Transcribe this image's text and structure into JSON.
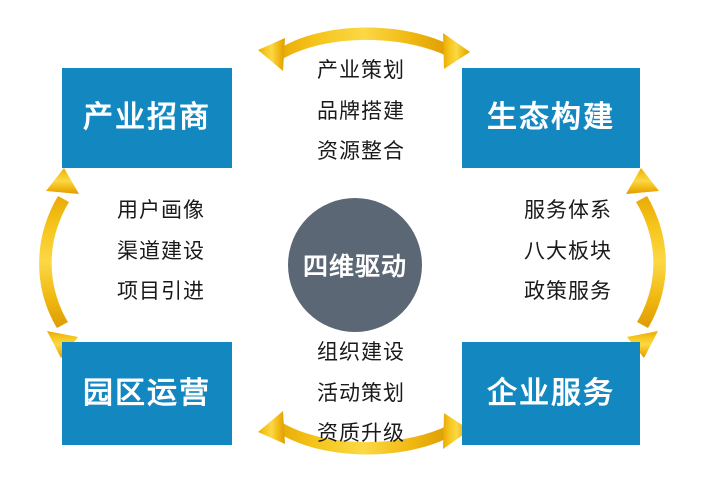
{
  "diagram": {
    "center": {
      "label": "四维驱动",
      "color": "#5b6775",
      "text_color": "#ffffff",
      "shape": "circle"
    },
    "node_color": "#1387c0",
    "node_text_color": "#ffffff",
    "arrow_color": "#f2b90c",
    "arrow_color_light": "#fbd43c",
    "arrow_color_dark": "#d69b06",
    "nodes": [
      {
        "id": "top-left",
        "label": "产业招商",
        "position": "top-left"
      },
      {
        "id": "top-right",
        "label": "生态构建",
        "position": "top-right"
      },
      {
        "id": "bottom-left",
        "label": "园区运营",
        "position": "bottom-left"
      },
      {
        "id": "bottom-right",
        "label": "企业服务",
        "position": "bottom-right"
      }
    ],
    "edge_labels": [
      {
        "id": "top",
        "position": "top",
        "between": [
          "产业招商",
          "生态构建"
        ],
        "arrow": "double-headed-curved",
        "lines": [
          "产业策划",
          "品牌搭建",
          "资源整合"
        ]
      },
      {
        "id": "right",
        "position": "right",
        "between": [
          "生态构建",
          "企业服务"
        ],
        "arrow": "double-headed-curved",
        "lines": [
          "服务体系",
          "八大板块",
          "政策服务"
        ]
      },
      {
        "id": "bottom",
        "position": "bottom",
        "between": [
          "企业服务",
          "园区运营"
        ],
        "arrow": "double-headed-curved",
        "lines": [
          "组织建设",
          "活动策划",
          "资质升级"
        ]
      },
      {
        "id": "left",
        "position": "left",
        "between": [
          "园区运营",
          "产业招商"
        ],
        "arrow": "double-headed-curved",
        "lines": [
          "用户画像",
          "渠道建设",
          "项目引进"
        ]
      }
    ]
  }
}
